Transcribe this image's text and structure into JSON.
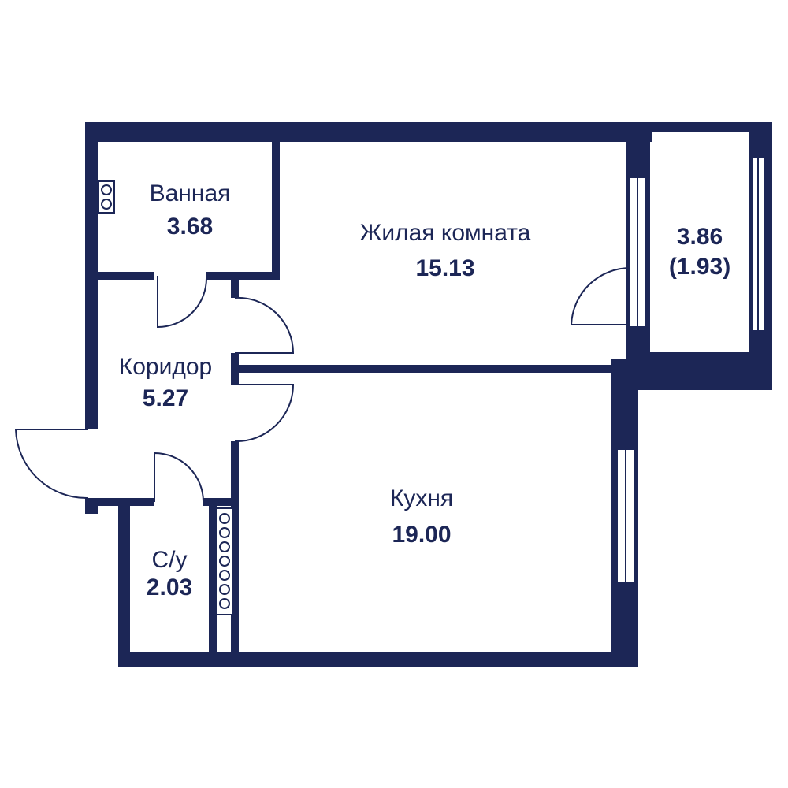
{
  "colors": {
    "wall": "#1c2656",
    "background": "#ffffff",
    "text": "#1c2656"
  },
  "rooms": {
    "bathroom": {
      "name": "Ванная",
      "area": "3.68"
    },
    "living": {
      "name": "Жилая комната",
      "area": "15.13"
    },
    "balcony": {
      "area": "3.86",
      "area_reduced": "(1.93)"
    },
    "corridor": {
      "name": "Коридор",
      "area": "5.27"
    },
    "kitchen": {
      "name": "Кухня",
      "area": "19.00"
    },
    "wc": {
      "name": "С/у",
      "area": "2.03"
    }
  }
}
